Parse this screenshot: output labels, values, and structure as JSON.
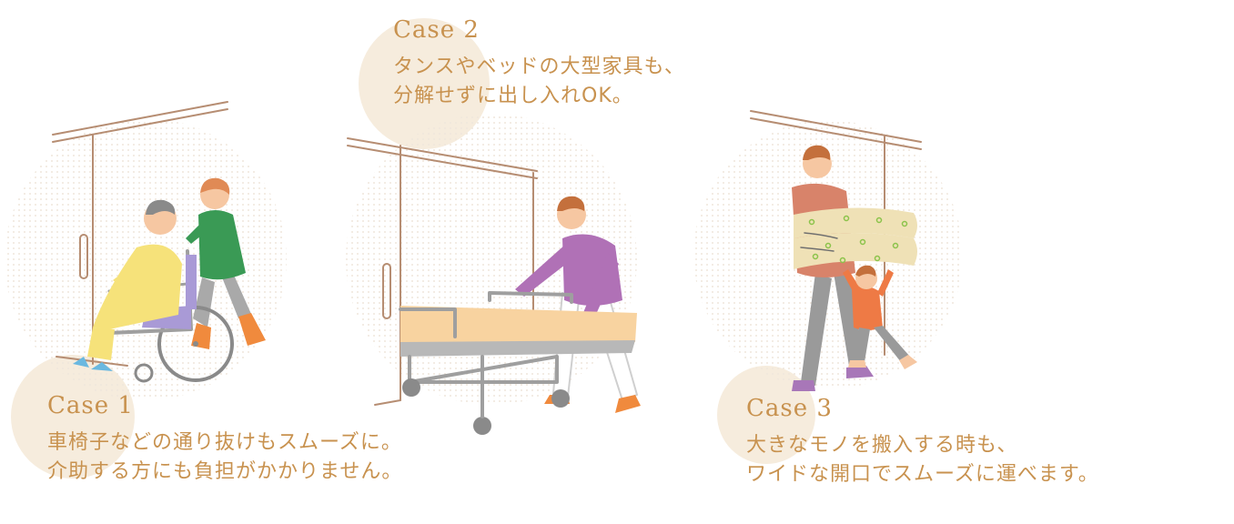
{
  "cases": [
    {
      "title": "Case 1",
      "lines": [
        "車椅子などの通り抜けもスムーズに。",
        "介助する方にも負担がかかりません。"
      ]
    },
    {
      "title": "Case 2",
      "lines": [
        "タンスやベッドの大型家具も、",
        "分解せずに出し入れOK。"
      ]
    },
    {
      "title": "Case 3",
      "lines": [
        "大きなモノを搬入する時も、",
        "ワイドな開口でスムーズに運べます。"
      ]
    }
  ],
  "colors": {
    "accent_text": "#c8924f",
    "beige_circle": "#f6ecdd",
    "dot_pattern": "#efe6dc",
    "door_line": "#b68d72"
  },
  "illustrations": [
    {
      "icon": "wheelchair-caregiver-illustration"
    },
    {
      "icon": "bed-moving-illustration"
    },
    {
      "icon": "futon-carrying-illustration"
    }
  ]
}
